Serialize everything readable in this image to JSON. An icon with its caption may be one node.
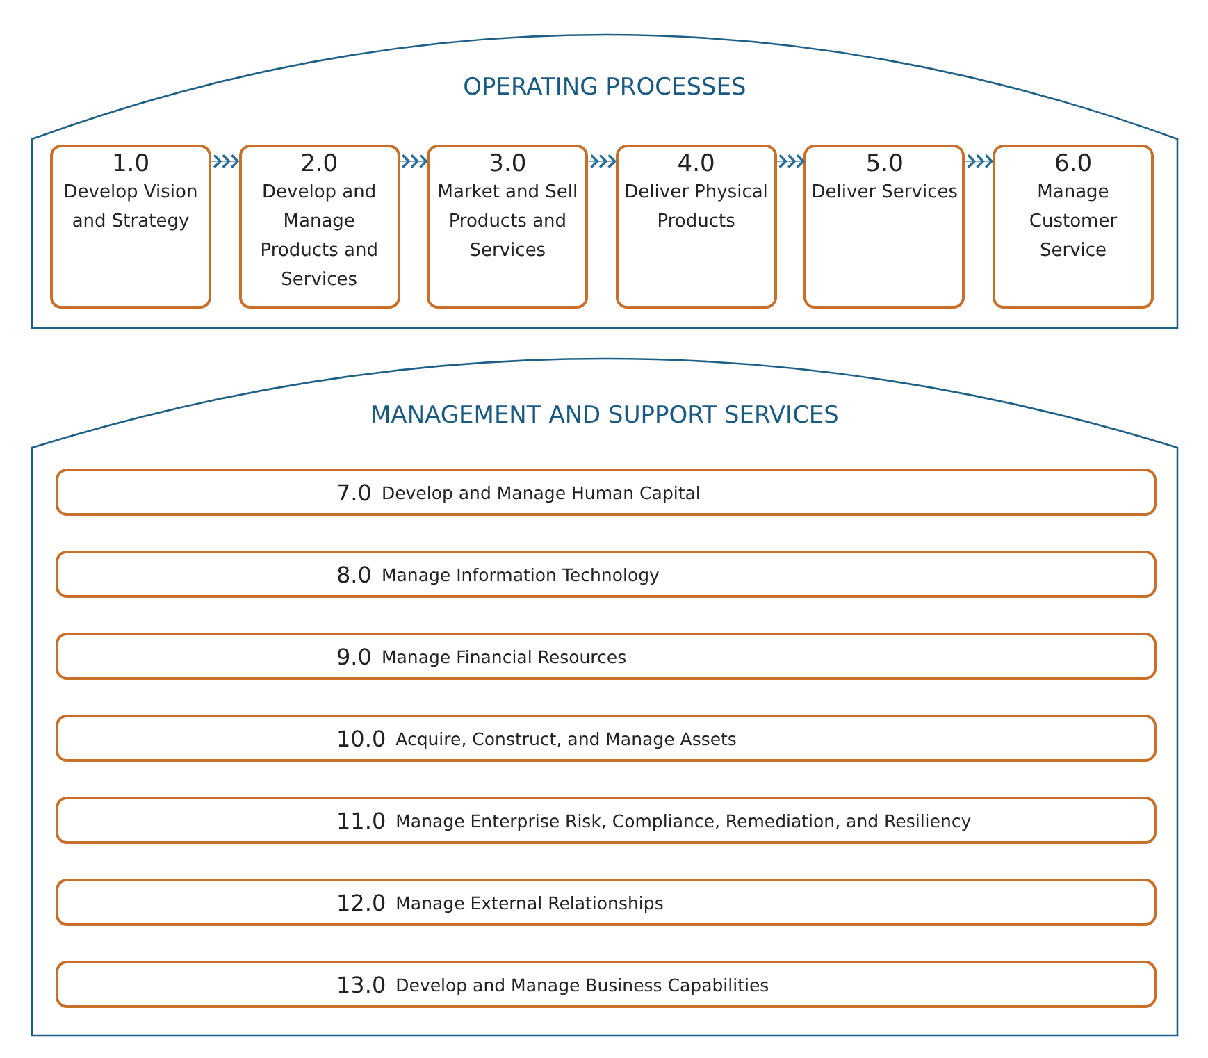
{
  "diagram": {
    "nodes": [
      {
        "text": [
          "OPERATING PROCESSES"
        ]
      },
      {
        "text": [
          "1.0",
          "Develop Vision and Strategy"
        ],
        "in": 0
      },
      {
        "text": [
          "2.0",
          "Develop and Manage Products and Services"
        ],
        "in": 0
      },
      {
        "text": [
          "3.0",
          "Market and Sell Products and Services"
        ],
        "in": 0
      },
      {
        "text": [
          "4.0",
          "Deliver Physical Products"
        ],
        "in": 0
      },
      {
        "text": [
          "5.0",
          "Deliver Services"
        ],
        "in": 0
      },
      {
        "text": [
          "6.0",
          "Manage Customer Service"
        ],
        "in": 0
      },
      {
        "text": [
          "MANAGEMENT AND SUPPORT SERVICES"
        ]
      },
      {
        "text": [
          "7.0",
          "Develop and Manage Human Capital"
        ],
        "in": 7
      },
      {
        "text": [
          "8.0",
          "Manage Information Technology"
        ],
        "in": 7
      },
      {
        "text": [
          "9.0",
          "Manage Financial Resources"
        ],
        "in": 7
      },
      {
        "text": [
          "10.0",
          "Acquire, Construct, and Manage Assets"
        ],
        "in": 7
      },
      {
        "text": [
          "11.0",
          "Manage Enterprise Risk, Compliance, Remediation, and Resiliency"
        ],
        "in": 7
      },
      {
        "text": [
          "12.0",
          "Manage External Relationships"
        ],
        "in": 7
      },
      {
        "text": [
          "13.0",
          "Develop and Manage Business Capabilities"
        ],
        "in": 7
      }
    ],
    "edges": [
      {
        "from": 1,
        "to": 2,
        "arrow": "to"
      },
      {
        "from": 2,
        "to": 3,
        "arrow": "to"
      },
      {
        "from": 3,
        "to": 4,
        "arrow": "to"
      },
      {
        "from": 4,
        "to": 5,
        "arrow": "to"
      },
      {
        "from": 5,
        "to": 6,
        "arrow": "to"
      }
    ]
  }
}
